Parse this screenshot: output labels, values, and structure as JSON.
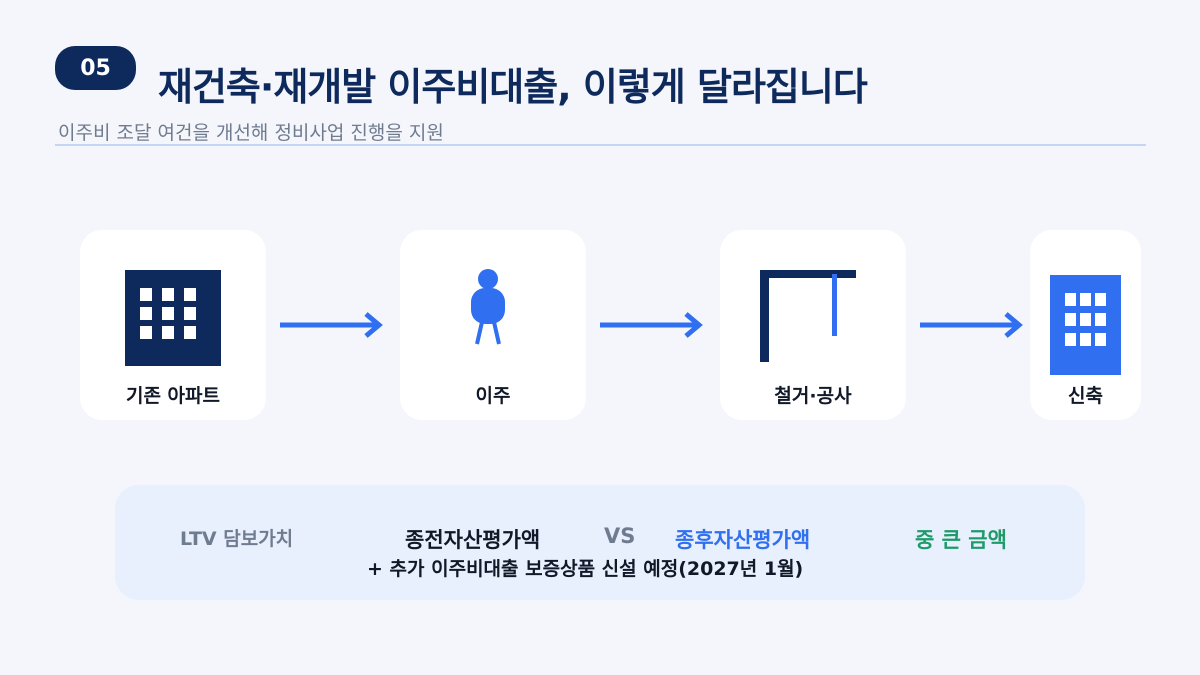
{
  "header": {
    "badge": "05",
    "title": "재건축·재개발 이주비대출, 이렇게 달라집니다",
    "subtitle": "이주비 조달 여건을 개선해 정비사업 진행을 지원"
  },
  "flow": {
    "steps": [
      {
        "label": "기존 아파트",
        "icon": "apartment-building-icon"
      },
      {
        "label": "이주",
        "icon": "person-icon"
      },
      {
        "label": "철거·공사",
        "icon": "construction-crane-icon"
      },
      {
        "label": "신축",
        "icon": "new-building-icon"
      }
    ],
    "connector_icon": "arrow-right-icon"
  },
  "comparison": {
    "ltv_label": "LTV 담보가치",
    "before_label": "종전자산평가액",
    "vs_label": "VS",
    "after_label": "종후자산평가액",
    "result_label": "중 큰 금액",
    "note": "+ 추가 이주비대출 보증상품 신설 예정(2027년 1월)"
  },
  "colors": {
    "navy": "#0e2a5c",
    "accent_blue": "#2f6ff0",
    "green": "#1f9a6a",
    "muted_text": "#6f7b8f",
    "page_background": "#f4f6fb",
    "panel_background": "#e8effd"
  }
}
